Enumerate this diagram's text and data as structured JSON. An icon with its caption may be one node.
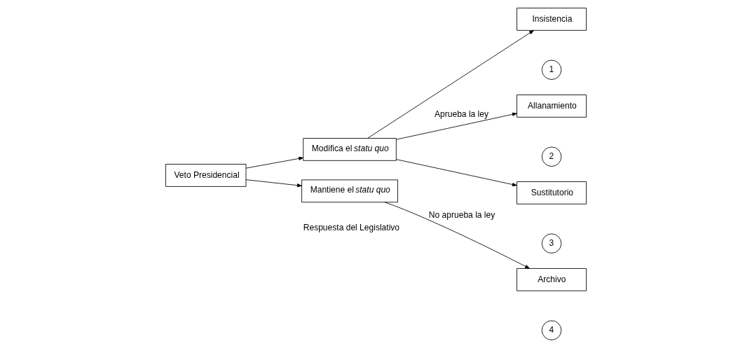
{
  "diagram": {
    "nodes": [
      {
        "text": [
          "Veto Presidencial"
        ]
      },
      {
        "text": [
          "Modifica el *statu quo*"
        ]
      },
      {
        "text": [
          "Insistencia"
        ]
      },
      {
        "text": [
          "1"
        ]
      },
      {
        "text": [
          "Allanamiento"
        ]
      },
      {
        "text": [
          "2"
        ]
      },
      {
        "text": [
          "Sustitutorio"
        ]
      },
      {
        "text": [
          "3"
        ]
      },
      {
        "text": [
          "Mantiene el *statu quo*"
        ]
      },
      {
        "text": [
          "Archivo"
        ]
      },
      {
        "text": [
          "4"
        ]
      }
    ],
    "edges": [
      {
        "from": 0,
        "to": 1,
        "arrow": "to"
      },
      {
        "from": 0,
        "to": 8,
        "arrow": "to"
      },
      {
        "from": 1,
        "to": 2,
        "arrow": "to"
      },
      {
        "from": 1,
        "to": 4,
        "label": "Aprueba la ley",
        "arrow": "to"
      },
      {
        "from": 1,
        "to": 6,
        "arrow": "to"
      },
      {
        "from": 8,
        "to": 9,
        "label": "No aprueba la ley",
        "arrow": "to"
      }
    ],
    "labels": [
      "Respuesta del Legislativo"
    ]
  }
}
